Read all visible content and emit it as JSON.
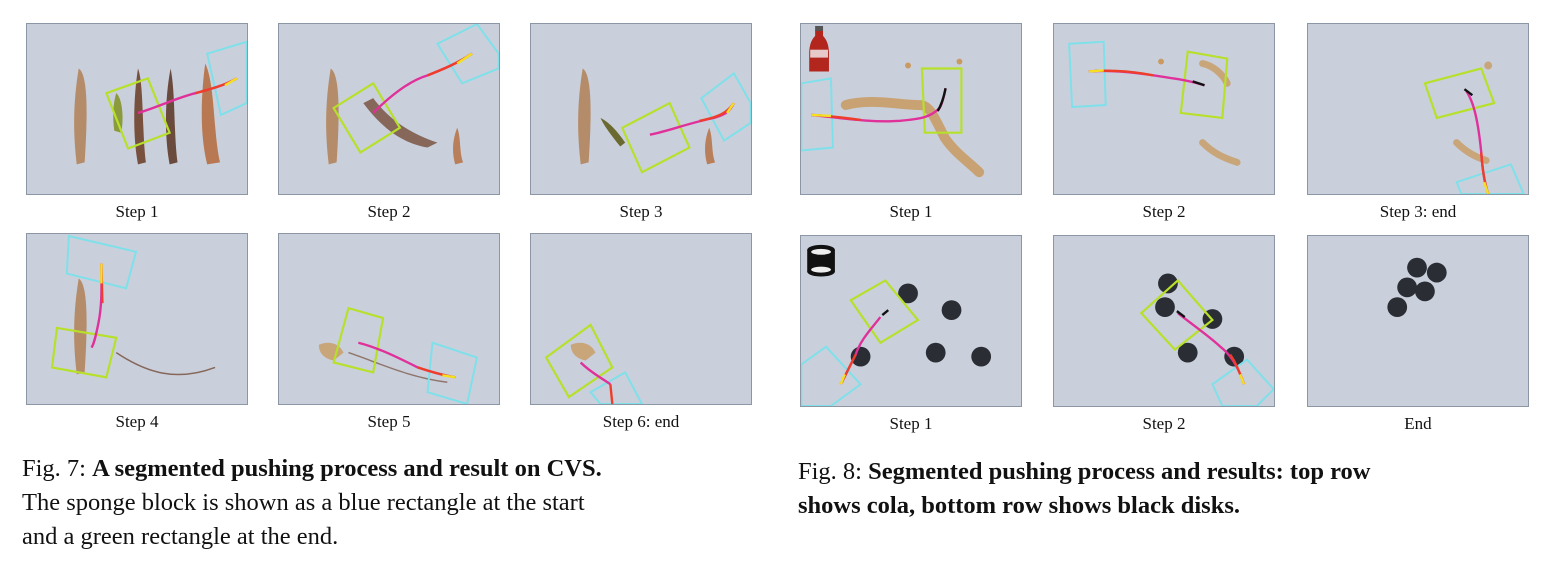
{
  "figure7": {
    "steps": [
      "Step 1",
      "Step 2",
      "Step 3",
      "Step 4",
      "Step 5",
      "Step 6: end"
    ],
    "caption_prefix": "Fig. 7:",
    "caption_bold": "A segmented pushing process and result on CVS.",
    "caption_line1_rest": "The sponge block is shown as a blue rectangle at the start",
    "caption_line2": "and a green rectangle at the end."
  },
  "figure8": {
    "top_steps": [
      "Step 1",
      "Step 2",
      "Step 3: end"
    ],
    "bottom_steps": [
      "Step 1",
      "Step 2",
      "End"
    ],
    "top_icon": "cola-bottle-icon",
    "bottom_icon": "black-disk-icon",
    "caption_prefix": "Fig. 8:",
    "caption_bold_line1": "Segmented pushing process and results: top row",
    "caption_bold_line2": "shows cola, bottom row shows black disks."
  }
}
